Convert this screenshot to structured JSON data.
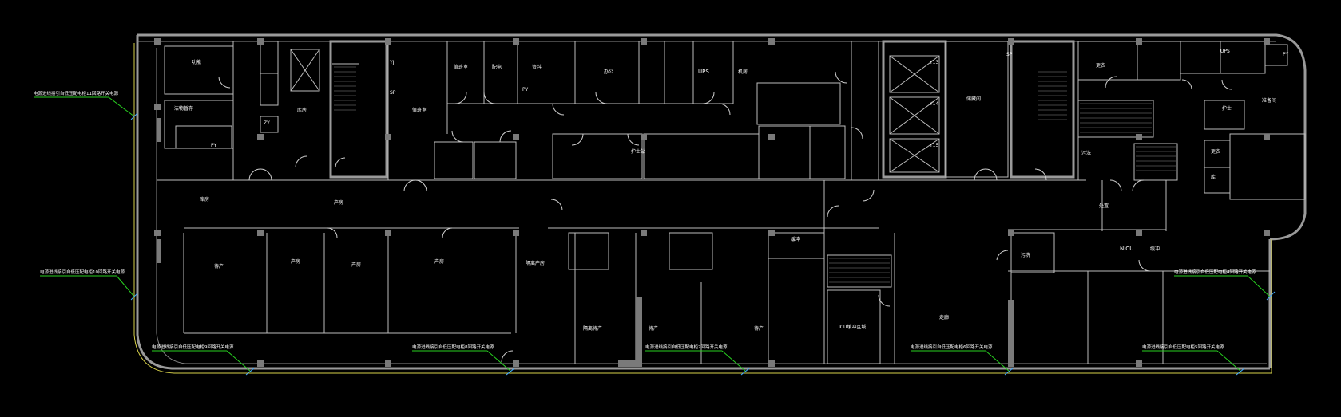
{
  "rooms": {
    "r1": "功能",
    "r2": "洁物暂存",
    "r3": "PY",
    "r4": "ZY",
    "r5": "库房",
    "r6": "YJ",
    "r7": "SP",
    "r8": "值班室",
    "r9": "值班室",
    "r10": "配电",
    "r11": "PY",
    "r12": "资料",
    "r13": "办公",
    "r14": "UPS",
    "r15": "机房",
    "r16": "UPS",
    "r17": "PY",
    "r18": "Y13",
    "r19": "Y14",
    "r20": "Y15",
    "r21": "储藏间",
    "r22": "SP",
    "r23": "更衣",
    "r24": "准备间",
    "r25": "护士",
    "r26": "更衣",
    "r27": "库",
    "r28": "产房",
    "r29": "产房",
    "r30": "产房",
    "r31": "待产",
    "r32": "产房",
    "r33": "隔离产房",
    "r34": "隔离待产",
    "r35": "待产",
    "r36": "待产",
    "r37": "缓冲",
    "r38": "ICU缓冲区域",
    "r39": "走廊",
    "r40": "NICU",
    "r41": "缓冲",
    "r42": "污洗",
    "r43": "污洗",
    "r44": "处置",
    "r45": "库房",
    "r46": "护士站"
  },
  "annotations": {
    "a1": "电源进线接引自低压配电柜11回路开关电源",
    "a2": "电源进线接引自低压配电柜10回路开关电源",
    "a3": "电源进线接引自低压配电柜9回路开关电源",
    "a4": "电源进线接引自低压配电柜8回路开关电源",
    "a5": "电源进线接引自低压配电柜7回路开关电源",
    "a6": "电源进线接引自低压配电柜6回路开关电源",
    "a7": "电源进线接引自低压配电柜5回路开关电源",
    "a8": "电源进线接引自低压配电柜4回路开关电源"
  },
  "colors": {
    "background": "#000000",
    "walls": "#8a8a8a",
    "leader": "#28d020",
    "tick": "#3fa8ff",
    "text": "#ffffff"
  }
}
